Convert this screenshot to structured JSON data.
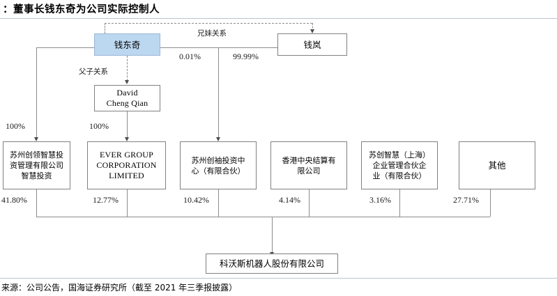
{
  "header": {
    "title": "：董事长钱东奇为公司实际控制人"
  },
  "footer": {
    "source": "来源：公司公告，国海证券研究所（截至 2021 年三季报披露）"
  },
  "colors": {
    "highlight_fill": "#bcd7f0",
    "node_border": "#808080",
    "connector": "#8c8c8c",
    "rule": "#b9c4cf"
  },
  "diagram": {
    "type": "ownership-structure-chart",
    "nodes": [
      {
        "id": "qian-dongqi",
        "label": "钱东奇",
        "highlight": true
      },
      {
        "id": "qian-lan",
        "label": "钱岚",
        "highlight": false
      },
      {
        "id": "david-cheng-qian",
        "label": "David\nCheng Qian",
        "highlight": false
      },
      {
        "id": "suzhou-chuangling",
        "label": "苏州创领智慧投\n资管理有限公司\n智慧投资",
        "highlight": false
      },
      {
        "id": "ever-group",
        "label": "EVER GROUP\nCORPORATION\nLIMITED",
        "highlight": false
      },
      {
        "id": "suzhou-chuangxiu",
        "label": "苏州创袖投资中\n心（有限合伙）",
        "highlight": false
      },
      {
        "id": "hk-clearing",
        "label": "香港中央结算有\n限公司",
        "highlight": false
      },
      {
        "id": "suchuang-shanghai",
        "label": "苏创智慧（上海）\n企业管理合伙企\n业（有限合伙）",
        "highlight": false
      },
      {
        "id": "others",
        "label": "其他",
        "highlight": false
      },
      {
        "id": "ecovacs",
        "label": "科沃斯机器人股份有限公司",
        "highlight": false
      }
    ],
    "relation_labels": [
      {
        "id": "sibling",
        "text": "兄妹关系"
      },
      {
        "id": "father-son",
        "text": "父子关系"
      }
    ],
    "edge_labels": [
      {
        "id": "qdq-to-chuangxiu",
        "text": "0.01%"
      },
      {
        "id": "qianlan-to-chuangxiu",
        "text": "99.99%"
      },
      {
        "id": "qdq-to-chuangling",
        "text": "100%"
      },
      {
        "id": "david-to-evergroup",
        "text": "100%"
      }
    ],
    "shareholdings": [
      {
        "holder": "苏州创领智慧投资管理有限公司 智慧投资",
        "percent": "41.80%"
      },
      {
        "holder": "EVER GROUP CORPORATION LIMITED",
        "percent": "12.77%"
      },
      {
        "holder": "苏州创袖投资中心（有限合伙）",
        "percent": "10.42%"
      },
      {
        "holder": "香港中央结算有限公司",
        "percent": "4.14%"
      },
      {
        "holder": "苏创智慧（上海）企业管理合伙企业（有限合伙）",
        "percent": "3.16%"
      },
      {
        "holder": "其他",
        "percent": "27.71%"
      }
    ]
  }
}
